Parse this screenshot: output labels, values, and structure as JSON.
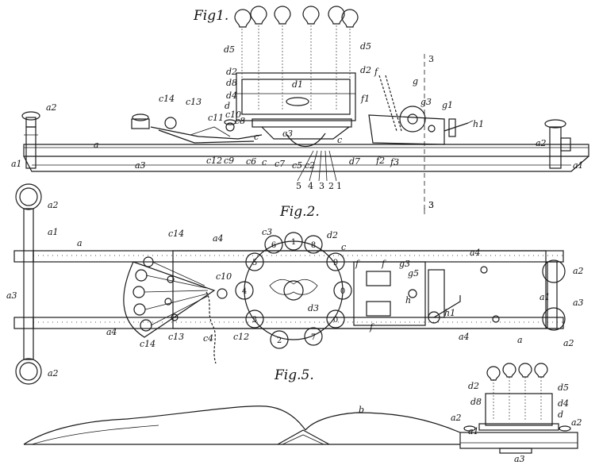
{
  "figures": {
    "fig1": {
      "title": "Fig1.",
      "labels": [
        {
          "t": "d5"
        },
        {
          "t": "d5"
        },
        {
          "t": "d2"
        },
        {
          "t": "d2"
        },
        {
          "t": "d8"
        },
        {
          "t": "d4"
        },
        {
          "t": "d1"
        },
        {
          "t": "d"
        },
        {
          "t": "c14"
        },
        {
          "t": "c13"
        },
        {
          "t": "c11"
        },
        {
          "t": "c10"
        },
        {
          "t": "c8"
        },
        {
          "t": "c9"
        },
        {
          "t": "c12"
        },
        {
          "t": "c6"
        },
        {
          "t": "c"
        },
        {
          "t": "c7"
        },
        {
          "t": "c3"
        },
        {
          "t": "c5"
        },
        {
          "t": "c2"
        },
        {
          "t": "c"
        },
        {
          "t": "c"
        },
        {
          "t": "f"
        },
        {
          "t": "f1"
        },
        {
          "t": "f2"
        },
        {
          "t": "f3"
        },
        {
          "t": "d7"
        },
        {
          "t": "g"
        },
        {
          "t": "g1"
        },
        {
          "t": "g3"
        },
        {
          "t": "h1"
        },
        {
          "t": "a2"
        },
        {
          "t": "a2"
        },
        {
          "t": "a1"
        },
        {
          "t": "a1"
        },
        {
          "t": "a"
        },
        {
          "t": "a3"
        },
        {
          "t": "3"
        },
        {
          "t": "5"
        },
        {
          "t": "4"
        },
        {
          "t": "3"
        },
        {
          "t": "2"
        },
        {
          "t": "1"
        },
        {
          "t": "3"
        }
      ]
    },
    "fig2": {
      "title": "Fig.2.",
      "dial_numbers": [
        "1",
        "8",
        "9",
        "0",
        "0",
        "7",
        "2",
        "3",
        "4",
        "5",
        "6"
      ],
      "labels": [
        {
          "t": "a2"
        },
        {
          "t": "a1"
        },
        {
          "t": "a3"
        },
        {
          "t": "a2"
        },
        {
          "t": "a"
        },
        {
          "t": "c14"
        },
        {
          "t": "a4"
        },
        {
          "t": "c3"
        },
        {
          "t": "d2"
        },
        {
          "t": "c"
        },
        {
          "t": "a4"
        },
        {
          "t": "f"
        },
        {
          "t": "g3"
        },
        {
          "t": "g5"
        },
        {
          "t": "f"
        },
        {
          "t": "f"
        },
        {
          "t": "h"
        },
        {
          "t": "h1"
        },
        {
          "t": "a2"
        },
        {
          "t": "a1"
        },
        {
          "t": "a3"
        },
        {
          "t": "a2"
        },
        {
          "t": "a4"
        },
        {
          "t": "c14"
        },
        {
          "t": "c13"
        },
        {
          "t": "c4"
        },
        {
          "t": "c12"
        },
        {
          "t": "d3"
        },
        {
          "t": "a4"
        },
        {
          "t": "a"
        },
        {
          "t": "c10"
        },
        {
          "t": "3"
        }
      ]
    },
    "fig5": {
      "title": "Fig.5.",
      "labels": [
        {
          "t": "b"
        },
        {
          "t": "d2"
        },
        {
          "t": "d5"
        },
        {
          "t": "d8"
        },
        {
          "t": "d4"
        },
        {
          "t": "d"
        },
        {
          "t": "a2"
        },
        {
          "t": "a1"
        },
        {
          "t": "a2"
        },
        {
          "t": "a3"
        }
      ]
    }
  }
}
